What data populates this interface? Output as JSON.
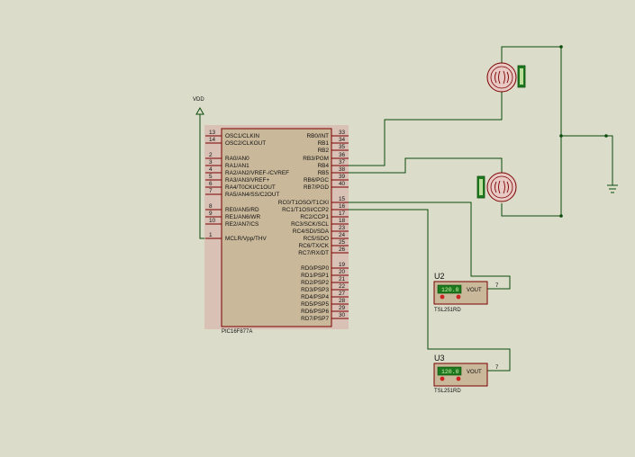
{
  "mcu": {
    "part": "PIC16F877A",
    "left_pins": [
      {
        "num": "13",
        "label": "OSC1/CLKIN"
      },
      {
        "num": "14",
        "label": "OSC2/CLKOUT"
      },
      {
        "num": "2",
        "label": "RA0/AN0"
      },
      {
        "num": "3",
        "label": "RA1/AN1"
      },
      {
        "num": "4",
        "label": "RA2/AN2/VREF-/CVREF"
      },
      {
        "num": "5",
        "label": "RA3/AN3/VREF+"
      },
      {
        "num": "6",
        "label": "RA4/T0CKI/C1OUT"
      },
      {
        "num": "7",
        "label": "RA5/AN4/SS/C2OUT"
      },
      {
        "num": "8",
        "label": "RE0/AN5/RD"
      },
      {
        "num": "9",
        "label": "RE1/AN6/WR"
      },
      {
        "num": "10",
        "label": "RE2/AN7/CS"
      },
      {
        "num": "1",
        "label": "MCLR/Vpp/THV"
      }
    ],
    "right_pins": [
      {
        "num": "33",
        "label": "RB0/INT"
      },
      {
        "num": "34",
        "label": "RB1"
      },
      {
        "num": "35",
        "label": "RB2"
      },
      {
        "num": "36",
        "label": "RB3/PGM"
      },
      {
        "num": "37",
        "label": "RB4"
      },
      {
        "num": "38",
        "label": "RB5"
      },
      {
        "num": "39",
        "label": "RB6/PGC"
      },
      {
        "num": "40",
        "label": "RB7/PGD"
      },
      {
        "num": "15",
        "label": "RC0/T1OSO/T1CKI"
      },
      {
        "num": "16",
        "label": "RC1/T1OSI/CCP2"
      },
      {
        "num": "17",
        "label": "RC2/CCP1"
      },
      {
        "num": "18",
        "label": "RC3/SCK/SCL"
      },
      {
        "num": "23",
        "label": "RC4/SDI/SDA"
      },
      {
        "num": "24",
        "label": "RC5/SDO"
      },
      {
        "num": "25",
        "label": "RC6/TX/CK"
      },
      {
        "num": "26",
        "label": "RC7/RX/DT"
      },
      {
        "num": "19",
        "label": "RD0/PSP0"
      },
      {
        "num": "20",
        "label": "RD1/PSP1"
      },
      {
        "num": "21",
        "label": "RD2/PSP2"
      },
      {
        "num": "22",
        "label": "RD3/PSP3"
      },
      {
        "num": "27",
        "label": "RD4/PSP4"
      },
      {
        "num": "28",
        "label": "RD5/PSP5"
      },
      {
        "num": "29",
        "label": "RD6/PSP6"
      },
      {
        "num": "30",
        "label": "RD7/PSP7"
      }
    ]
  },
  "power": {
    "vdd_label": "VDD"
  },
  "sensors": [
    {
      "ref": "U2",
      "part": "TSL251RD",
      "display": "120.0",
      "out_label": "VOUT",
      "out_pin": "7"
    },
    {
      "ref": "U3",
      "part": "TSL251RD",
      "display": "120.0",
      "out_label": "VOUT",
      "out_pin": "7"
    }
  ],
  "colors": {
    "background": "#dcdcca",
    "chip_fill": "#c9b89a",
    "chip_outline": "#7a0000",
    "wire": "#0a4d0a",
    "display_fill": "#1e7a1e",
    "display_text": "#d8f0b0"
  }
}
